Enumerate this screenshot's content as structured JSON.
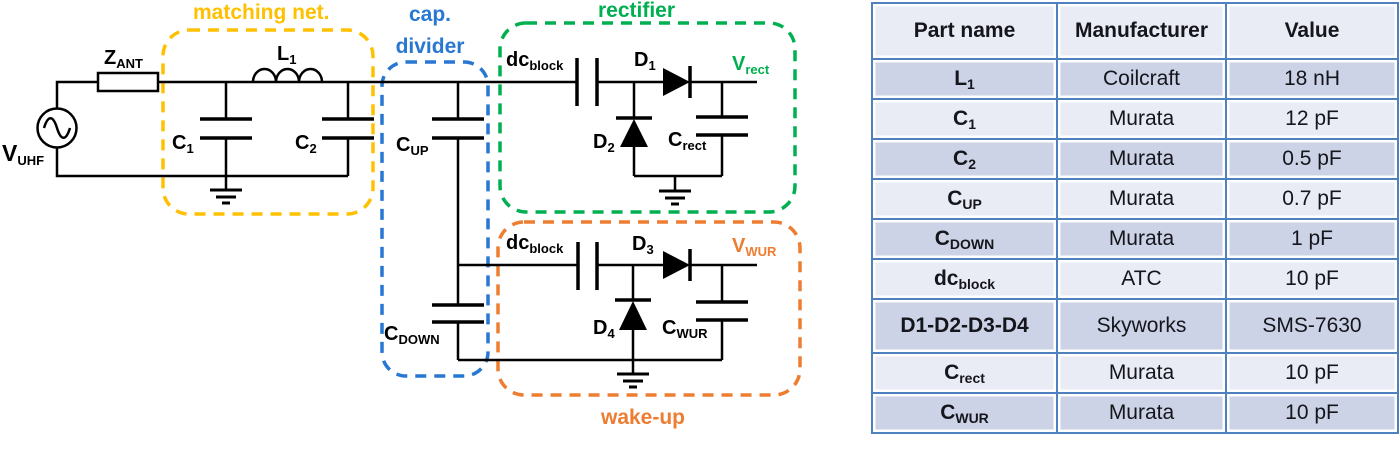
{
  "colors": {
    "matching_net": "#FFC000",
    "cap_divider": "#2777D3",
    "rectifier": "#00B050",
    "wake_up": "#ED7D31",
    "table_border": "#4E81BD",
    "row_dark": "#CCD3E6",
    "row_light": "#E9EBF5",
    "wire": "#000000"
  },
  "circuit": {
    "region_labels": {
      "matching": "matching net.",
      "cap_line1": "cap.",
      "cap_line2": "divider",
      "rectifier": "rectifier",
      "wakeup": "wake-up"
    },
    "components": {
      "vuhf": {
        "main": "V",
        "sub": "UHF"
      },
      "zant": {
        "main": "Z",
        "sub": "ANT"
      },
      "l1": {
        "main": "L",
        "sub": "1"
      },
      "c1": {
        "main": "C",
        "sub": "1"
      },
      "c2": {
        "main": "C",
        "sub": "2"
      },
      "cup": {
        "main": "C",
        "sub": "UP"
      },
      "cdown": {
        "main": "C",
        "sub": "DOWN"
      },
      "dcblock_rect": {
        "main": "dc",
        "sub": "block"
      },
      "dcblock_wur": {
        "main": "dc",
        "sub": "block"
      },
      "d1": {
        "main": "D",
        "sub": "1"
      },
      "d2": {
        "main": "D",
        "sub": "2"
      },
      "d3": {
        "main": "D",
        "sub": "3"
      },
      "d4": {
        "main": "D",
        "sub": "4"
      },
      "crect": {
        "main": "C",
        "sub": "rect"
      },
      "cwur": {
        "main": "C",
        "sub": "WUR"
      },
      "vrect": {
        "main": "V",
        "sub": "rect"
      },
      "vwur": {
        "main": "V",
        "sub": "WUR"
      }
    }
  },
  "table": {
    "headers": [
      "Part name",
      "Manufacturer",
      "Value"
    ],
    "rows": [
      {
        "part": {
          "main": "L",
          "sub": "1"
        },
        "manufacturer": "Coilcraft",
        "value": "18 nH"
      },
      {
        "part": {
          "main": "C",
          "sub": "1"
        },
        "manufacturer": "Murata",
        "value": "12 pF"
      },
      {
        "part": {
          "main": "C",
          "sub": "2"
        },
        "manufacturer": "Murata",
        "value": "0.5 pF"
      },
      {
        "part": {
          "main": "C",
          "sub": "UP"
        },
        "manufacturer": "Murata",
        "value": "0.7 pF"
      },
      {
        "part": {
          "main": "C",
          "sub": "DOWN"
        },
        "manufacturer": "Murata",
        "value": "1 pF"
      },
      {
        "part": {
          "main": "dc",
          "sub": "block"
        },
        "manufacturer": "ATC",
        "value": "10 pF"
      },
      {
        "part": {
          "main": "D1-D2-D3-D4",
          "sub": ""
        },
        "manufacturer": "Skyworks",
        "value": "SMS-7630"
      },
      {
        "part": {
          "main": "C",
          "sub": "rect"
        },
        "manufacturer": "Murata",
        "value": "10 pF"
      },
      {
        "part": {
          "main": "C",
          "sub": "WUR"
        },
        "manufacturer": "Murata",
        "value": "10 pF"
      }
    ]
  }
}
